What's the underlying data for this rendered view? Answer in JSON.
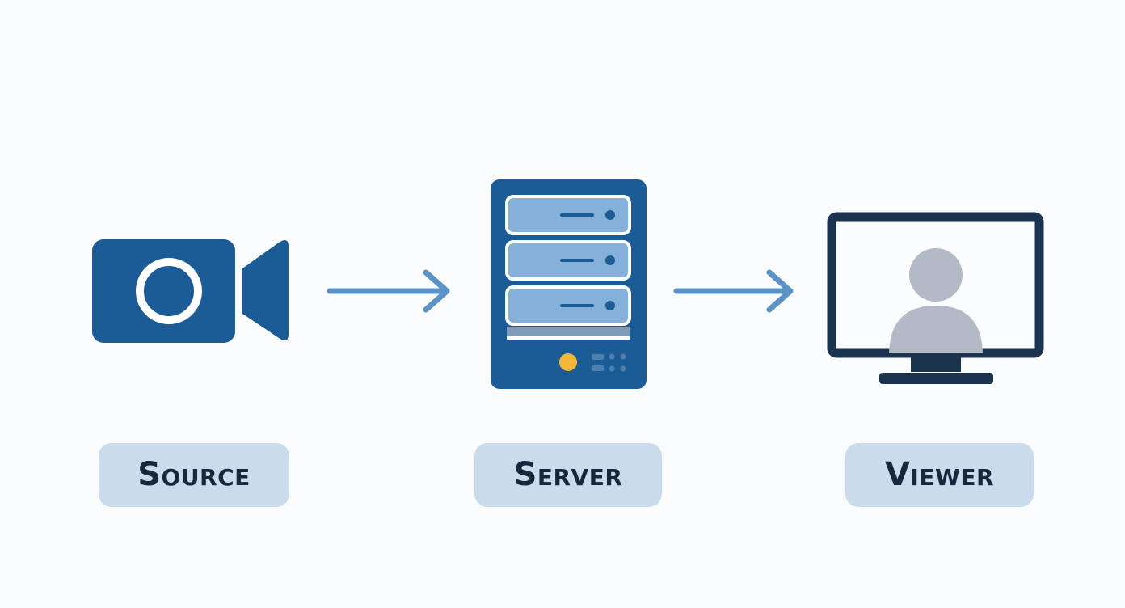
{
  "nodes": [
    {
      "id": "source",
      "label": "Source",
      "icon": "video-camera-icon"
    },
    {
      "id": "server",
      "label": "Server",
      "icon": "server-rack-icon"
    },
    {
      "id": "viewer",
      "label": "Viewer",
      "icon": "monitor-user-icon"
    }
  ],
  "edges": [
    {
      "from": "source",
      "to": "server"
    },
    {
      "from": "server",
      "to": "viewer"
    }
  ],
  "colors": {
    "primary_blue": "#1c5c96",
    "light_blue": "#84b0da",
    "arrow": "#5b93c7",
    "navy": "#1c3350",
    "label_bg": "#cadcec",
    "label_text": "#17273d",
    "status_light": "#f2b73a",
    "avatar_gray": "#b3bac5",
    "background": "#fbfcfd"
  }
}
